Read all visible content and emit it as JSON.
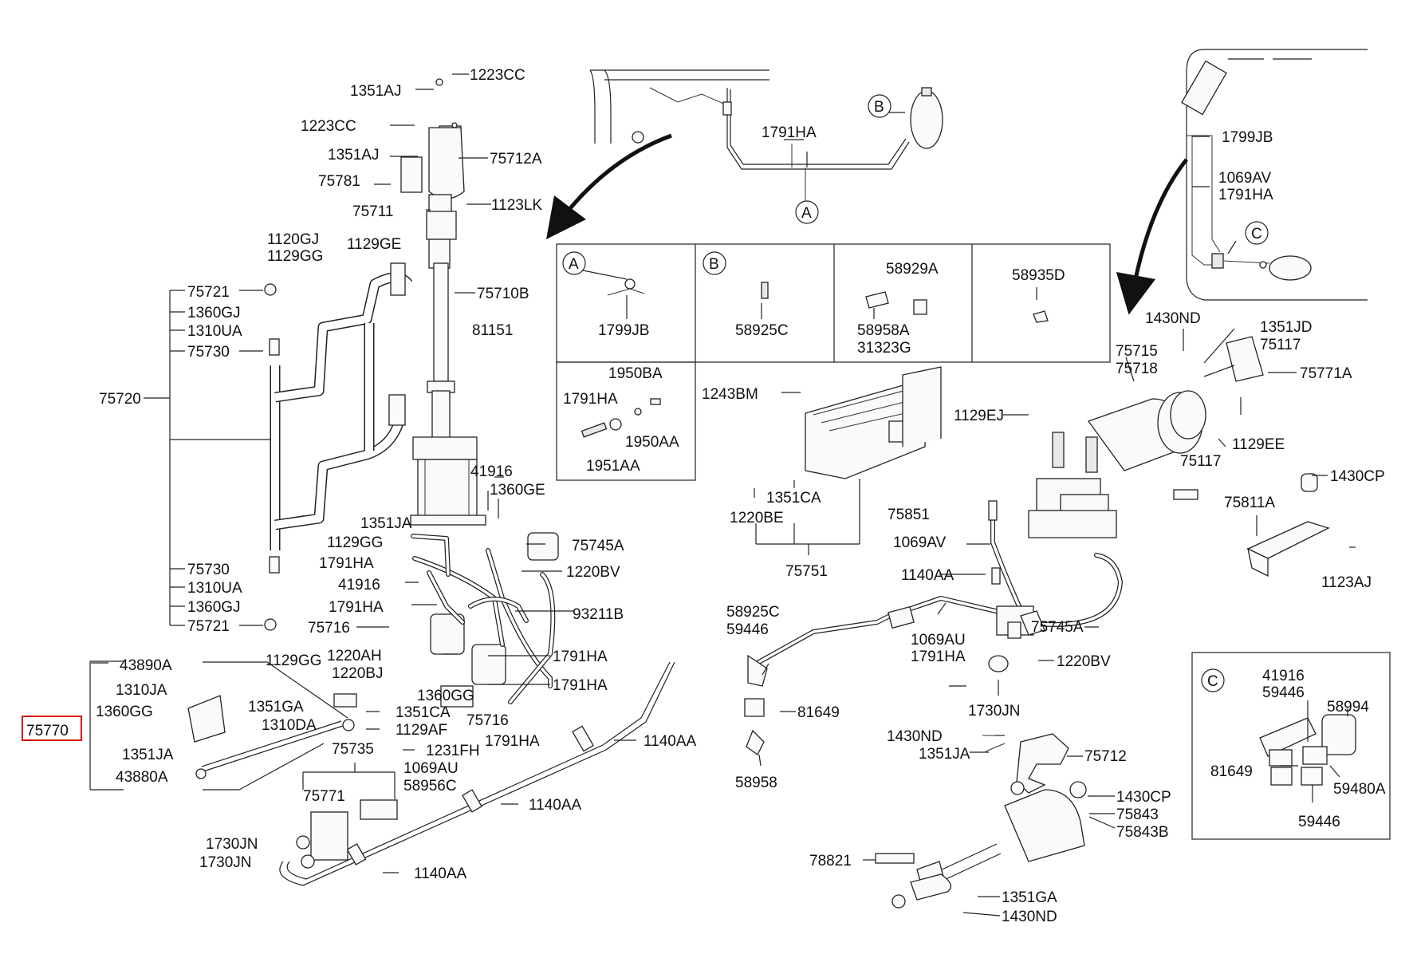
{
  "labels": {
    "p1223CC_a": "1223CC",
    "p1351AJ_a": "1351AJ",
    "p1223CC_b": "1223CC",
    "p1351AJ_b": "1351AJ",
    "p75712A": "75712A",
    "p75781": "75781",
    "p75711": "75711",
    "p1123LK": "1123LK",
    "p1120GJ": "1120GJ",
    "p1129GG_a": "1129GG",
    "p1129GE": "1129GE",
    "p75710B": "75710B",
    "p75721_a": "75721",
    "p1360GJ_a": "1360GJ",
    "p1310UA_a": "1310UA",
    "p75730_a": "75730",
    "p81151": "81151",
    "p75720": "75720",
    "p41916_a": "41916",
    "p1360GE": "1360GE",
    "p1351JA_a": "1351JA",
    "p1129GG_b": "1129GG",
    "p75745A_a": "75745A",
    "p1791HA_a": "1791HA",
    "p1220BV_a": "1220BV",
    "p41916_b": "41916",
    "p75730_b": "75730",
    "p1310UA_b": "1310UA",
    "p1360GJ_b": "1360GJ",
    "p75721_b": "75721",
    "p1129GG_c": "1129GG",
    "p1791HA_b": "1791HA",
    "p93211B": "93211B",
    "p75716_a": "75716",
    "p1220AH": "1220AH",
    "p1220BJ": "1220BJ",
    "p1791HA_c": "1791HA",
    "p1791HA_d": "1791HA",
    "p1360GG_a": "1360GG",
    "p75716_b": "75716",
    "p43890A": "43890A",
    "p1310JA": "1310JA",
    "p1360GG_b": "1360GG",
    "p1351GA_a": "1351GA",
    "p1310DA": "1310DA",
    "p75770": "75770",
    "p1351JA_b": "1351JA",
    "p43880A": "43880A",
    "p75735": "75735",
    "p1351CA_a": "1351CA",
    "p1129AF": "1129AF",
    "p1231FH": "1231FH",
    "p1069AU_a": "1069AU",
    "p58956C": "58956C",
    "p1791HA_e": "1791HA",
    "p1140AA_a": "1140AA",
    "p75771": "75771",
    "p1140AA_b": "1140AA",
    "p1730JN_a": "1730JN",
    "p1730JN_b": "1730JN",
    "p1140AA_c": "1140AA",
    "p1791HA_top": "1791HA",
    "pB_top": "B",
    "pA_top": "A",
    "p1799JB_top": "1799JB",
    "p1069AV_top": "1069AV",
    "p1791HA_top2": "1791HA",
    "pC_top": "C",
    "boxA": "A",
    "box1799JB": "1799JB",
    "boxB": "B",
    "box58925C": "58925C",
    "box58929A": "58929A",
    "box58958A": "58958A",
    "box31323G": "31323G",
    "box58935D": "58935D",
    "box1950BA": "1950BA",
    "box1791HA": "1791HA",
    "box1950AA": "1950AA",
    "box1951AA": "1951AA",
    "p1243BM": "1243BM",
    "p1351CA_b": "1351CA",
    "p1220BE": "1220BE",
    "p75851": "75851",
    "p75751": "75751",
    "p1129EJ": "1129EJ",
    "p1430ND_a": "1430ND",
    "p1351JD": "1351JD",
    "p75117_a": "75117",
    "p75715": "75715",
    "p75718": "75718",
    "p75771A": "75771A",
    "p1129EE": "1129EE",
    "p75117_b": "75117",
    "p1430CP_a": "1430CP",
    "p75811A": "75811A",
    "p1123AJ": "1123AJ",
    "p1069AV": "1069AV",
    "p1140AA_d": "1140AA",
    "p75745A_b": "75745A",
    "p1069AU_b": "1069AU",
    "p1791HA_f": "1791HA",
    "p1220BV_b": "1220BV",
    "p58925C": "58925C",
    "p59446_a": "59446",
    "p81649_a": "81649",
    "p58958": "58958",
    "p1730JN_c": "1730JN",
    "p1430ND_b": "1430ND",
    "p1351JA_c": "1351JA",
    "p75712": "75712",
    "p1430CP_b": "1430CP",
    "p75843": "75843",
    "p75843B": "75843B",
    "p78821": "78821",
    "p1351GA_b": "1351GA",
    "p1430ND_c": "1430ND",
    "boxC": "C",
    "c41916": "41916",
    "c59446_a": "59446",
    "c58994": "58994",
    "c81649": "81649",
    "c59480A": "59480A",
    "c59446_b": "59446"
  },
  "colors": {
    "highlight": "#d11111",
    "line": "#222222"
  }
}
